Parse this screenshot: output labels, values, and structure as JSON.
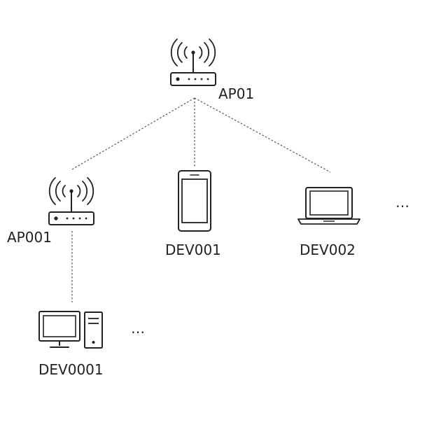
{
  "nodes": {
    "root_ap": {
      "label": "AP01"
    },
    "sub_ap": {
      "label": "AP001"
    },
    "phone": {
      "label": "DEV001"
    },
    "laptop": {
      "label": "DEV002"
    },
    "desktop": {
      "label": "DEV0001"
    }
  },
  "ellipsis": {
    "level1": "…",
    "level2": "…"
  },
  "icons": {
    "root_ap": "wireless-router-icon",
    "sub_ap": "wireless-router-icon",
    "phone": "smartphone-icon",
    "laptop": "laptop-icon",
    "desktop": "desktop-computer-icon"
  },
  "colors": {
    "stroke": "#222222",
    "link": "#555555"
  }
}
